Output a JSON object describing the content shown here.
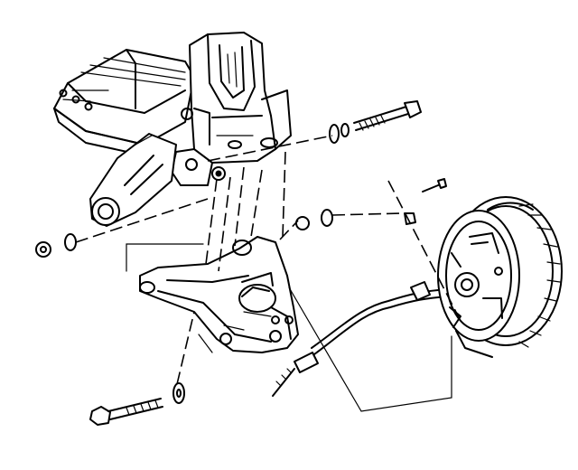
{
  "diagram": {
    "style": "black line-art exploded view",
    "colors": {
      "ink": "#000000",
      "paper": "#ffffff"
    },
    "parts": [
      {
        "name": "axle-housing-frame"
      },
      {
        "name": "coil-spring-seat-bracket"
      },
      {
        "name": "trailing-arm"
      },
      {
        "name": "pivot-bolt-upper"
      },
      {
        "name": "pivot-bolt-lower"
      },
      {
        "name": "washers-and-nuts"
      },
      {
        "name": "brake-cable"
      },
      {
        "name": "brake-drum"
      },
      {
        "name": "brake-backing-plate"
      },
      {
        "name": "retaining-clip"
      }
    ]
  }
}
